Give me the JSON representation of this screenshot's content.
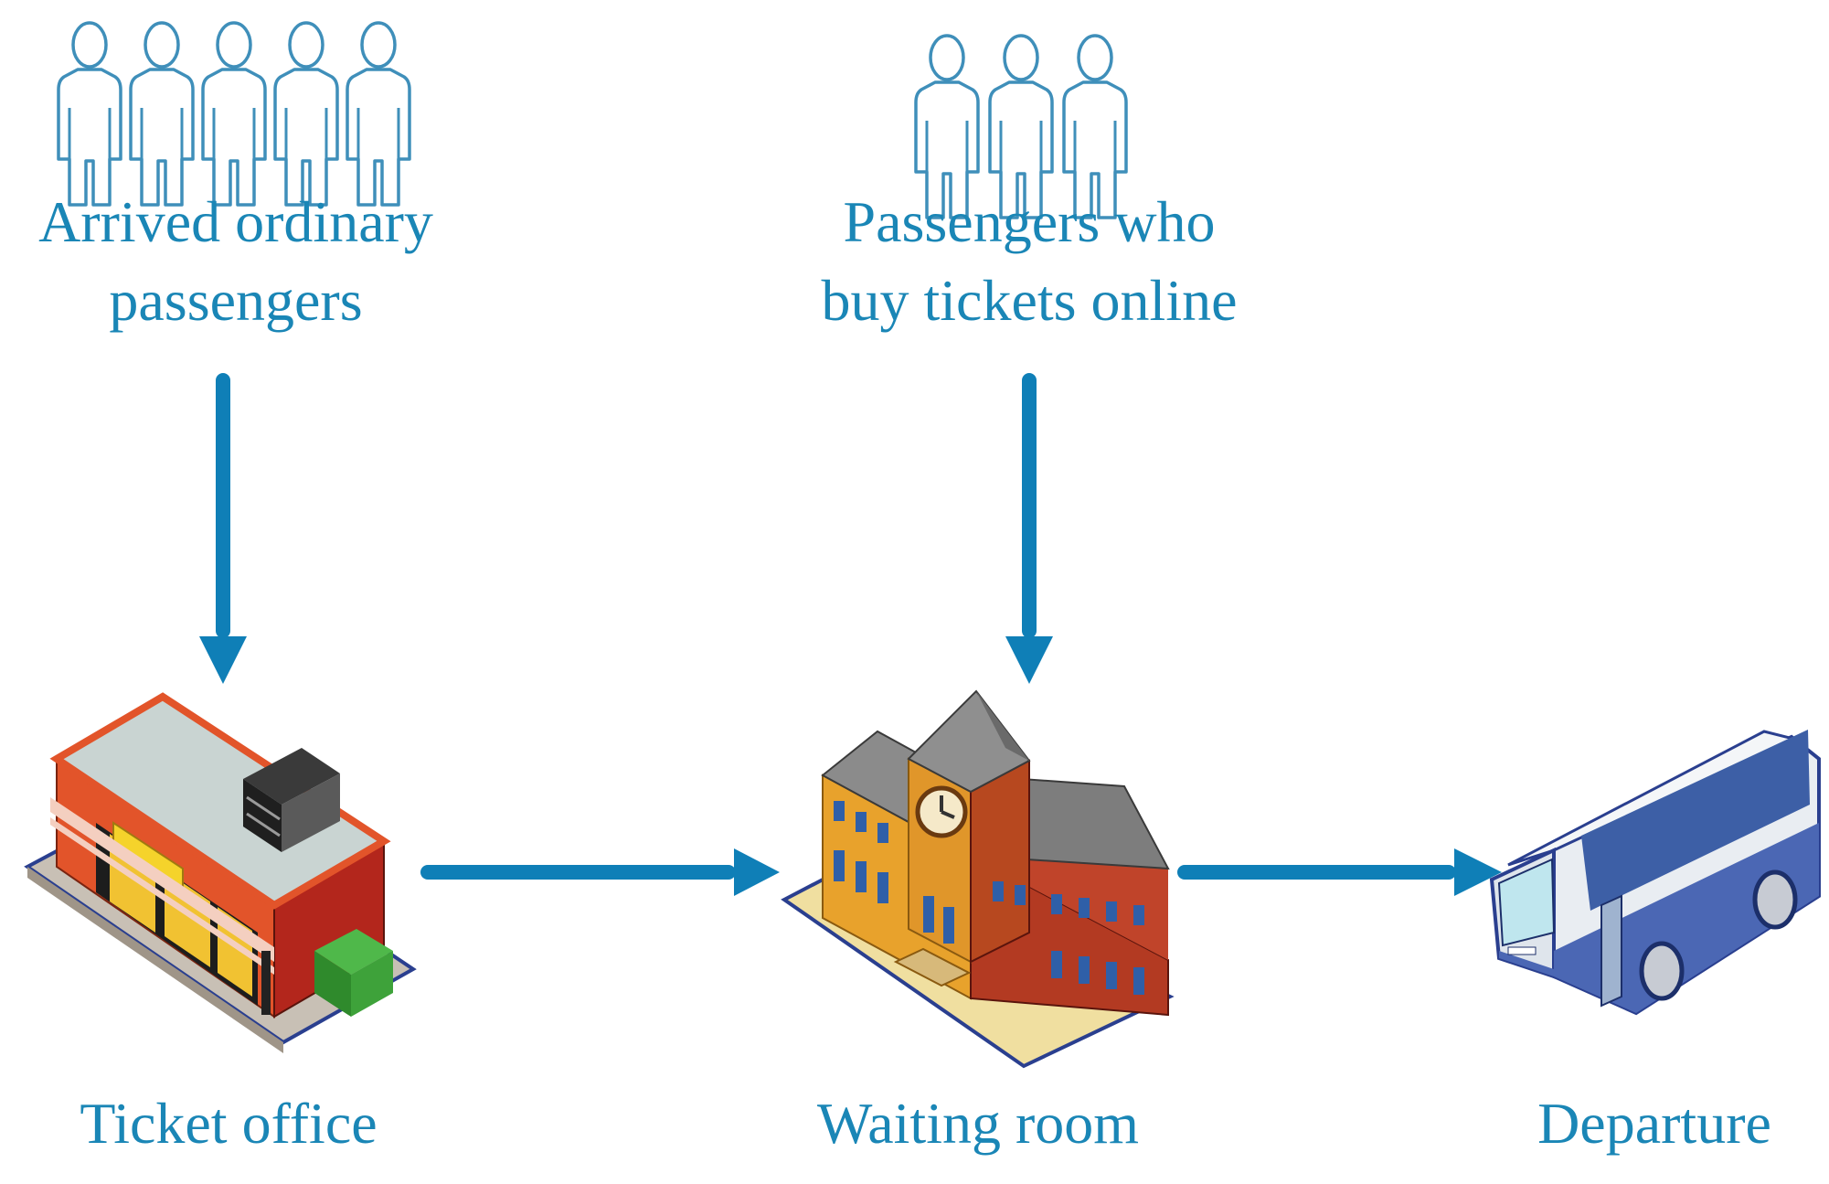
{
  "colors": {
    "accent": "#1a86b6",
    "arrow": "#0f7fb7",
    "person_outline": "#3f8fba"
  },
  "nodes": {
    "ordinary_passengers": {
      "label_line1": "Arrived ordinary",
      "label_line2": "passengers",
      "icon": "people-group-icon",
      "person_count": 5
    },
    "online_passengers": {
      "label_line1": "Passengers who",
      "label_line2": "buy tickets online",
      "icon": "people-group-icon",
      "person_count": 3
    },
    "ticket_office": {
      "label": "Ticket office",
      "icon": "shop-building-icon"
    },
    "waiting_room": {
      "label": "Waiting room",
      "icon": "clock-tower-building-icon"
    },
    "departure": {
      "label": "Departure",
      "icon": "bus-icon"
    }
  },
  "edges": [
    {
      "from": "ordinary_passengers",
      "to": "ticket_office"
    },
    {
      "from": "online_passengers",
      "to": "waiting_room"
    },
    {
      "from": "ticket_office",
      "to": "waiting_room"
    },
    {
      "from": "waiting_room",
      "to": "departure"
    }
  ]
}
